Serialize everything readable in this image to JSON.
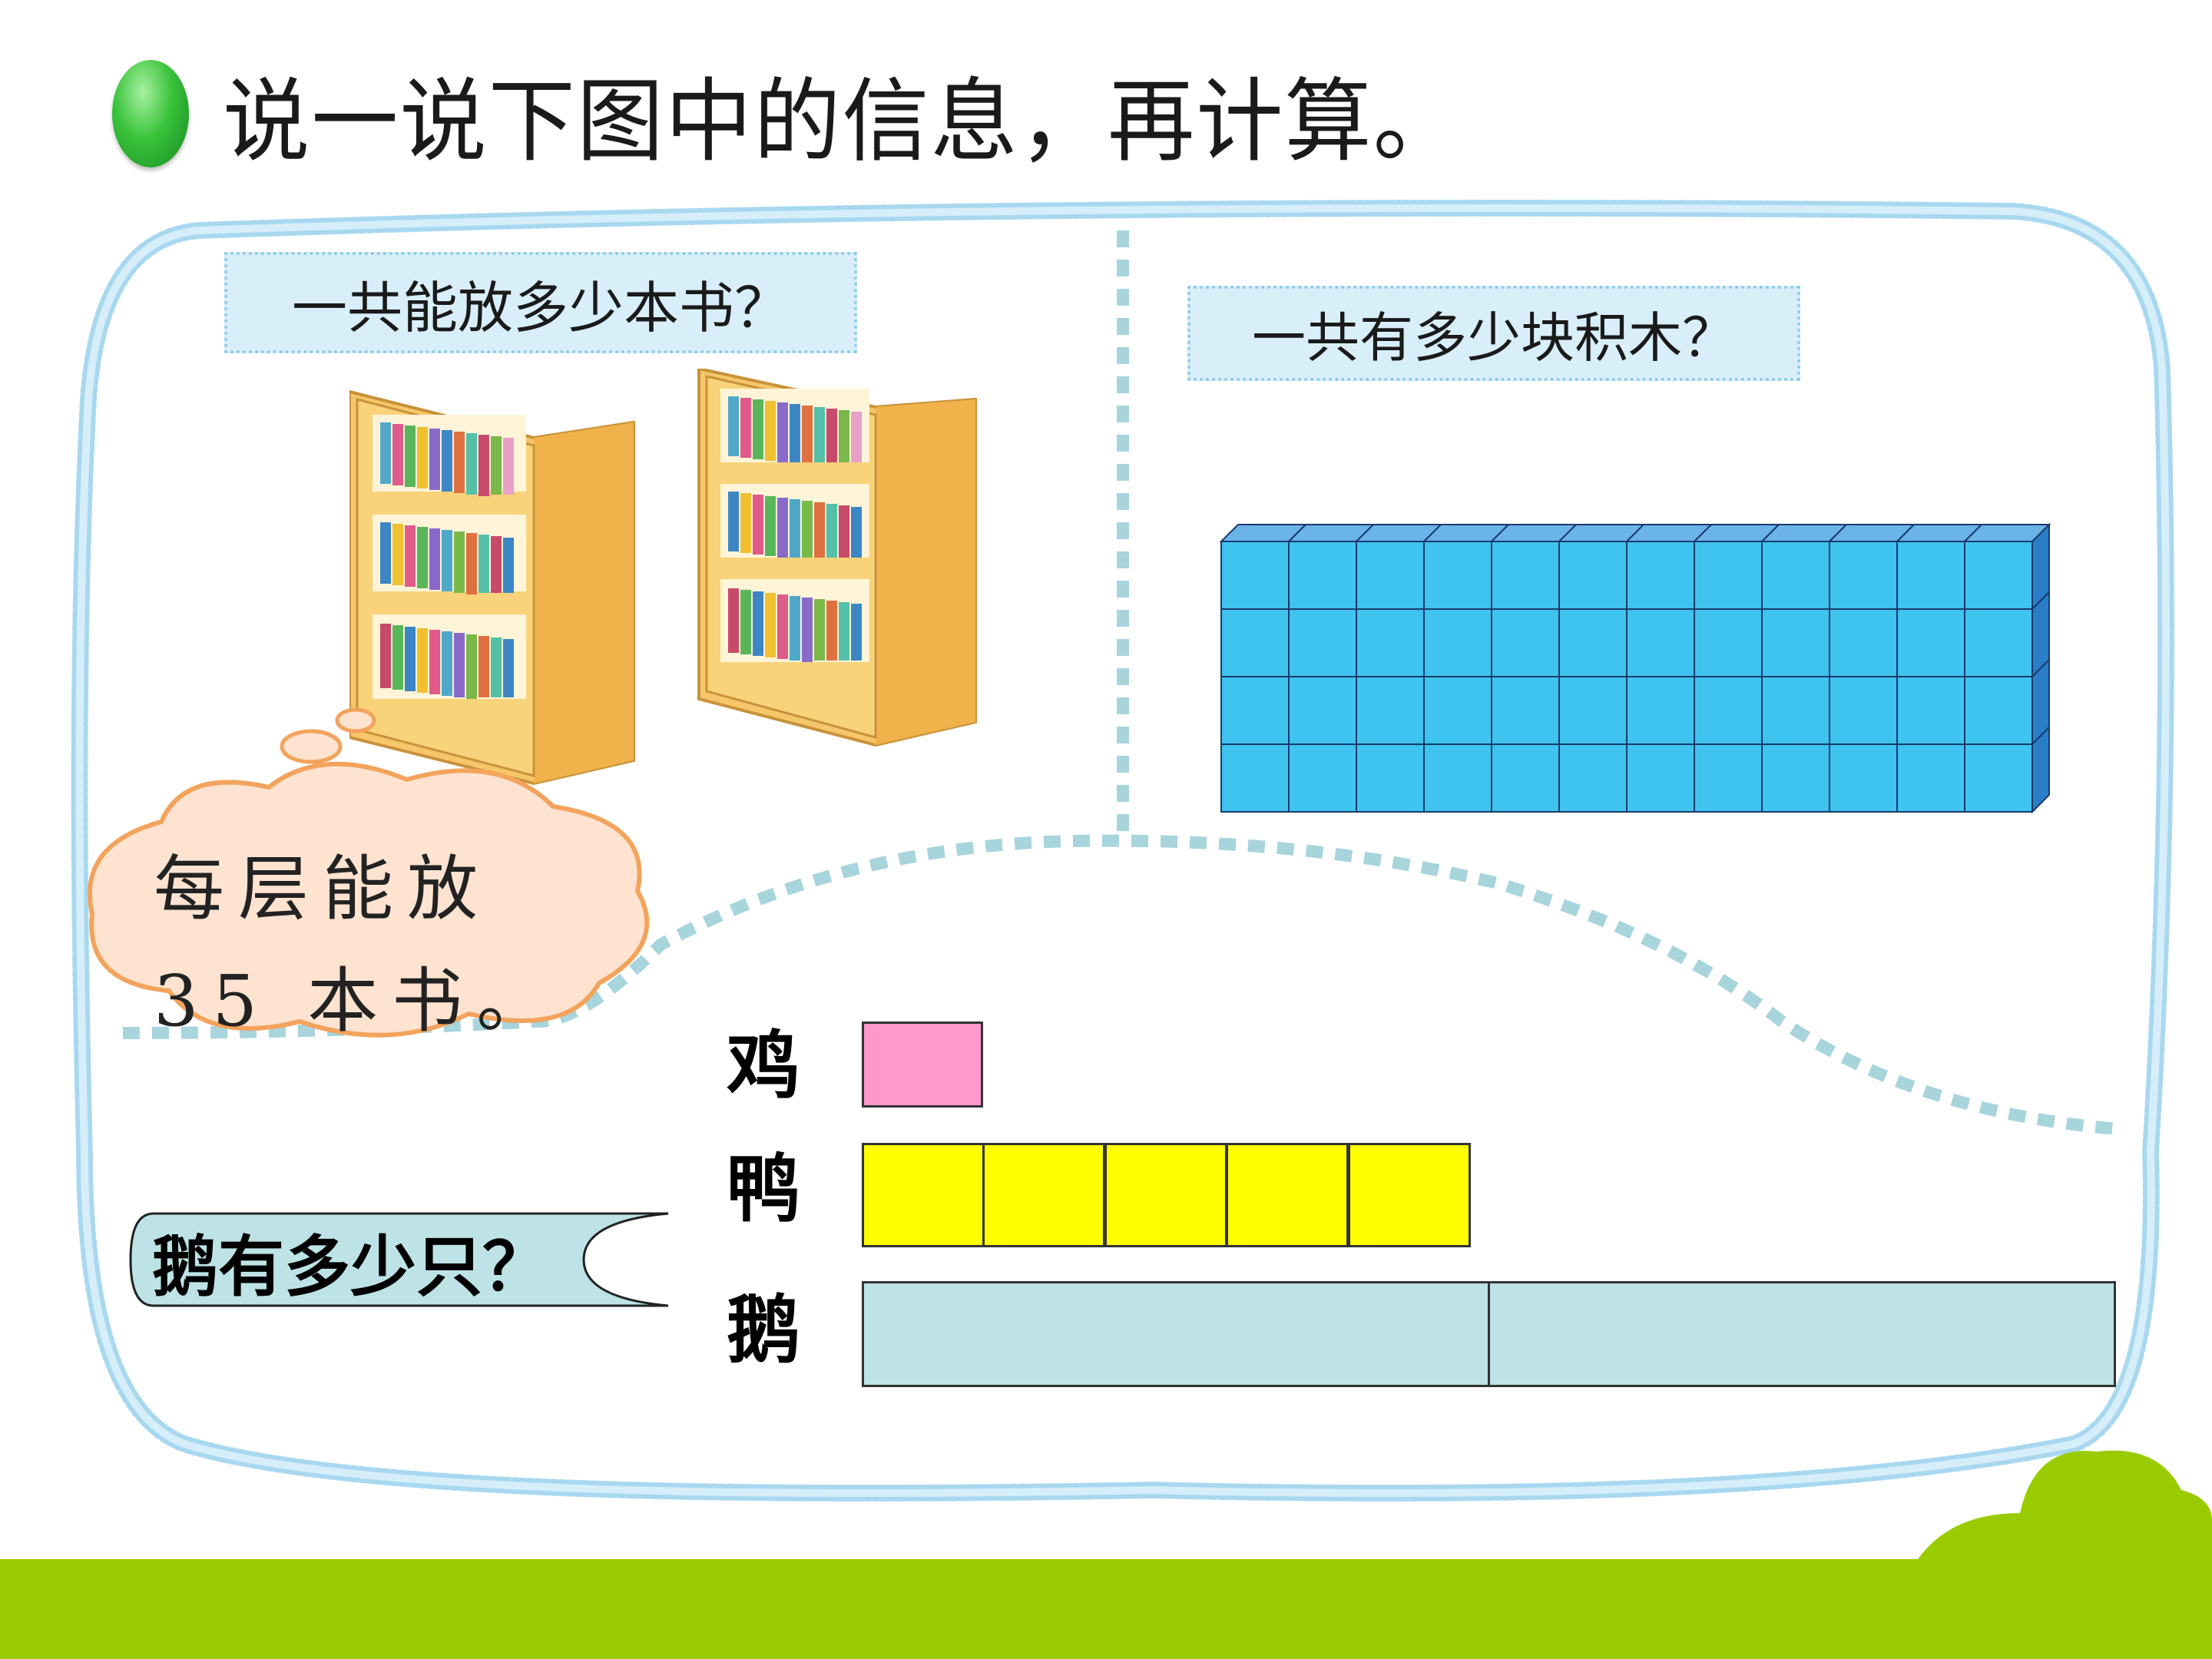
{
  "header": {
    "bullet_icon": "green-dot-icon",
    "title": "说一说下图中的信息，再计算。"
  },
  "problem1": {
    "question": "一共能放多少本书？",
    "thought": "每层能放 35 本书。"
  },
  "problem2": {
    "question": "一共有多少块积木？",
    "blocks_grid": {
      "columns": 12,
      "rows": 4
    }
  },
  "problem3": {
    "labels": {
      "chicken": "鸡",
      "duck": "鸭",
      "goose": "鹅"
    },
    "question": "鹅有多少只？",
    "units": {
      "chicken": 1,
      "duck": 5,
      "goose_parts": 2
    }
  },
  "colors": {
    "frame_border": "#a8d8f0",
    "chicken_bar": "#ff99cc",
    "duck_bar": "#ffff00",
    "goose_bar": "#bde3e6",
    "block": "#3fc4f0",
    "bottom_band": "#99cc00",
    "thought_fill": "#fde3d0",
    "thought_border": "#f3a35c"
  }
}
